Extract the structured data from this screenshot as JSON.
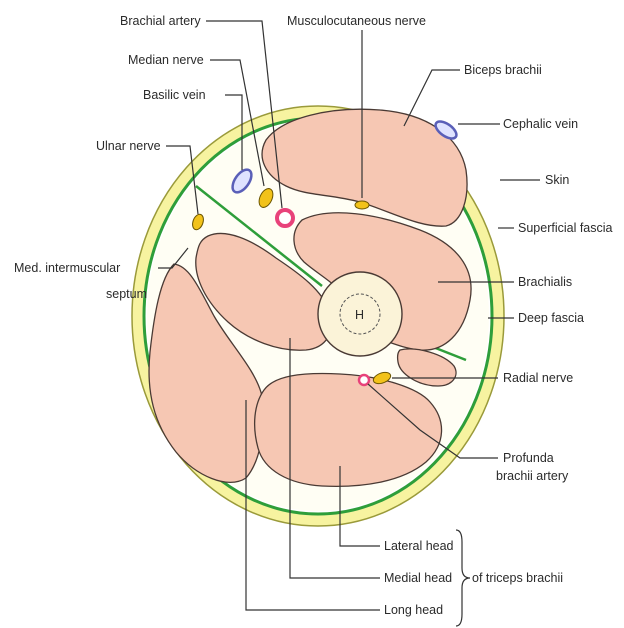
{
  "labels": {
    "brachial_artery": "Brachial artery",
    "musculocutaneous_nerve": "Musculocutaneous nerve",
    "median_nerve": "Median nerve",
    "basilic_vein": "Basilic vein",
    "ulnar_nerve": "Ulnar nerve",
    "med_intermuscular_septum_line1": "Med. intermuscular",
    "med_intermuscular_septum_line2": "septum",
    "biceps_brachii": "Biceps brachii",
    "cephalic_vein": "Cephalic vein",
    "skin": "Skin",
    "superficial_fascia": "Superficial fascia",
    "brachialis": "Brachialis",
    "deep_fascia": "Deep fascia",
    "radial_nerve": "Radial nerve",
    "profunda_line1": "Profunda",
    "profunda_line2": "brachii artery",
    "lateral_head": "Lateral head",
    "medial_head": "Medial head",
    "long_head": "Long head",
    "of_triceps_brachii": "of triceps brachii",
    "humerus": "H"
  },
  "colors": {
    "skin": "#f7f3a0",
    "skin_outline": "#9a9a3a",
    "deep_fascia": "#2e9e3a",
    "muscle": "#f6c7b3",
    "bone": "#fbf3d8",
    "artery": "#e8427a",
    "nerve": "#f2c21a",
    "vein": "#5a5fb8"
  }
}
